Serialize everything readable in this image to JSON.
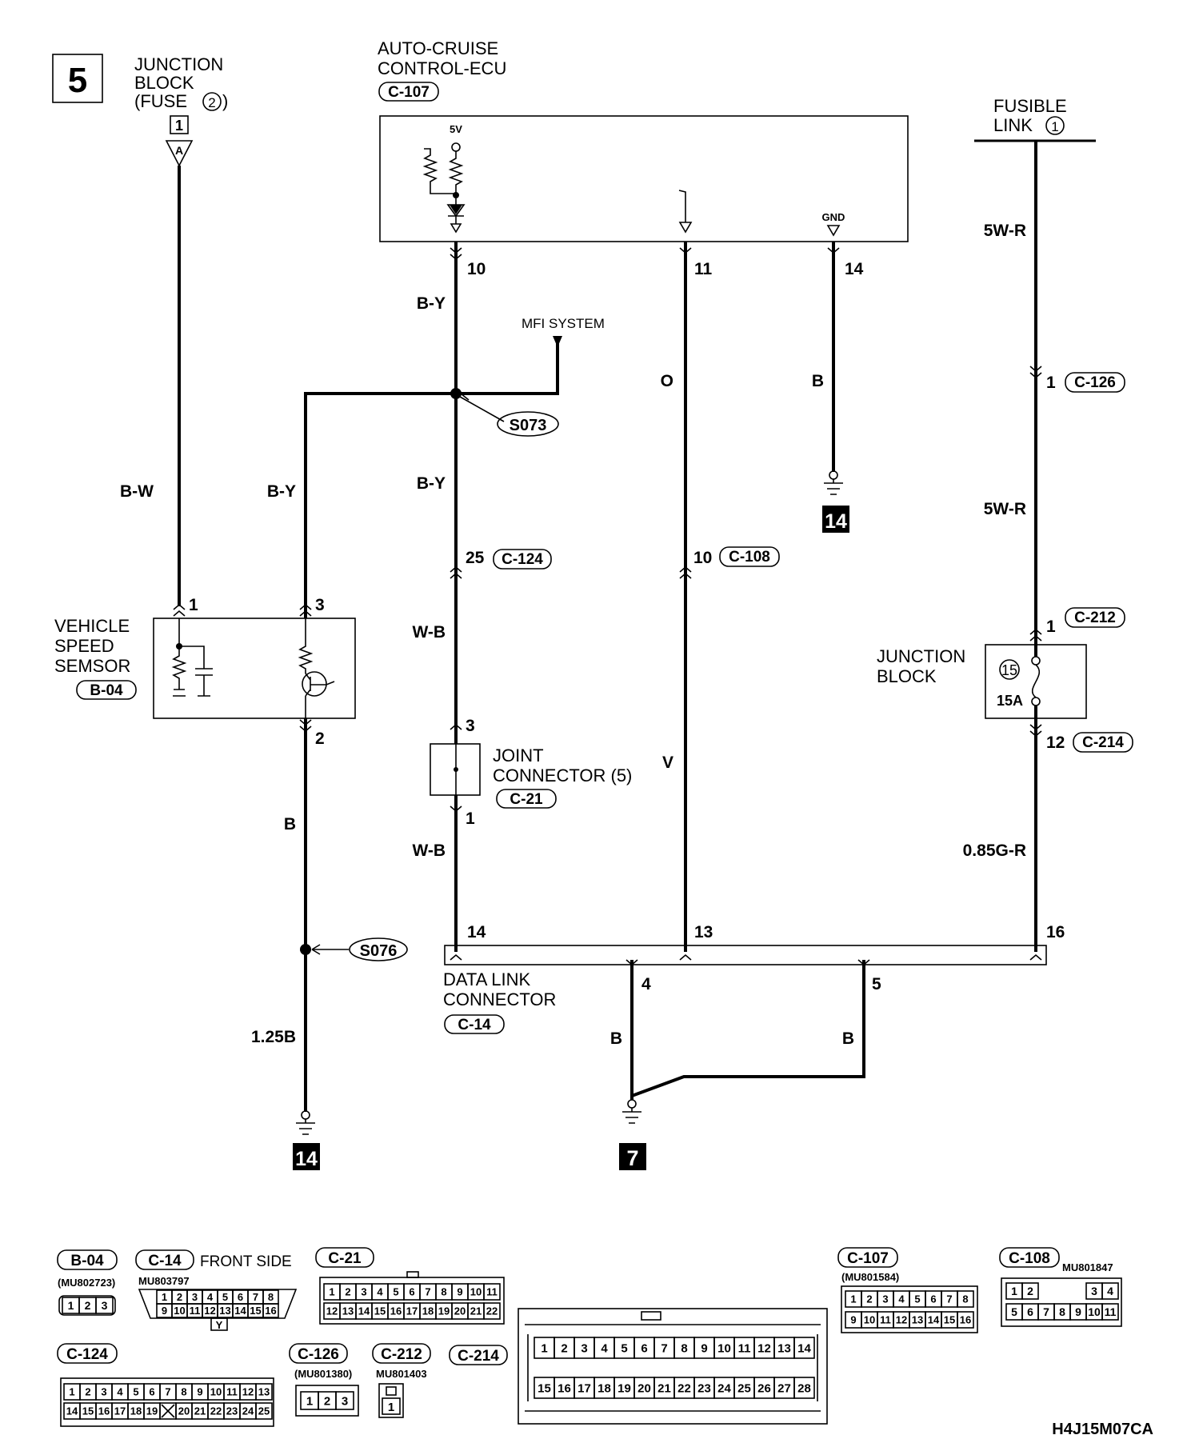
{
  "page": {
    "number": "5",
    "drawing_id": "H4J15M07CA"
  },
  "components": {
    "junction_block_fuse2": {
      "line1": "JUNCTION",
      "line2": "BLOCK",
      "line3": "(FUSE",
      "fuse_no": "2",
      "line3_end": ")",
      "terminal": "1",
      "connector_letter": "A"
    },
    "ecu": {
      "line1": "AUTO-CRUISE",
      "line2": "CONTROL-ECU",
      "connector": "C-107",
      "voltage": "5V",
      "gnd": "GND"
    },
    "fusible_link": {
      "line1": "FUSIBLE",
      "line2": "LINK",
      "no": "1"
    },
    "vss": {
      "line1": "VEHICLE",
      "line2": "SPEED",
      "line3": "SEMSOR",
      "connector": "B-04"
    },
    "joint_connector": {
      "line1": "JOINT",
      "line2": "CONNECTOR (5)",
      "connector": "C-21"
    },
    "junction_block": {
      "line1": "JUNCTION",
      "line2": "BLOCK",
      "fuse_no": "15",
      "rating": "15A"
    },
    "dlc": {
      "line1": "DATA LINK",
      "line2": "CONNECTOR",
      "connector": "C-14"
    },
    "mfi": "MFI SYSTEM"
  },
  "pins": {
    "ecu_10": "10",
    "ecu_11": "11",
    "ecu_14": "14",
    "vss_1": "1",
    "vss_3": "3",
    "vss_2": "2",
    "c124_25": "25",
    "c108_10": "10",
    "jc_3": "3",
    "jc_1": "1",
    "c126_1": "1",
    "c212_1": "1",
    "c214_12": "12",
    "dlc_14": "14",
    "dlc_13": "13",
    "dlc_16": "16",
    "dlc_4": "4",
    "dlc_5": "5"
  },
  "connectors": {
    "c124": "C-124",
    "c108": "C-108",
    "c126": "C-126",
    "c212": "C-212",
    "c214": "C-214"
  },
  "wires": {
    "bw": "B-W",
    "by_left": "B-Y",
    "by_top": "B-Y",
    "by_mid": "B-Y",
    "wb_upper": "W-B",
    "wb_lower": "W-B",
    "o": "O",
    "v": "V",
    "b_gnd": "B",
    "r5w_top": "5W-R",
    "r5w_mid": "5W-R",
    "g085": "0.85G-R",
    "b_vss": "B",
    "b125": "1.25B",
    "b_dlc4": "B",
    "b_dlc5": "B"
  },
  "splices": {
    "s073": "S073",
    "s076": "S076"
  },
  "grounds": {
    "ecu": "14",
    "vss": "14",
    "dlc": "7"
  },
  "pinouts": {
    "b04": {
      "title": "B-04",
      "part": "(MU802723)",
      "pins": [
        "1",
        "2",
        "3"
      ]
    },
    "c14": {
      "title": "C-14",
      "note": "FRONT SIDE",
      "part": "MU803797",
      "row1": [
        "1",
        "2",
        "3",
        "4",
        "5",
        "6",
        "7",
        "8"
      ],
      "row2": [
        "9",
        "10",
        "11",
        "12",
        "13",
        "14",
        "15",
        "16"
      ],
      "key": "Y"
    },
    "c21": {
      "title": "C-21",
      "row1": [
        "1",
        "2",
        "3",
        "4",
        "5",
        "6",
        "7",
        "8",
        "9",
        "10",
        "11"
      ],
      "row2": [
        "12",
        "13",
        "14",
        "15",
        "16",
        "17",
        "18",
        "19",
        "20",
        "21",
        "22"
      ]
    },
    "c107": {
      "title": "C-107",
      "part": "(MU801584)",
      "row1": [
        "1",
        "2",
        "3",
        "4",
        "5",
        "6",
        "7",
        "8"
      ],
      "row2": [
        "9",
        "10",
        "11",
        "12",
        "13",
        "14",
        "15",
        "16"
      ]
    },
    "c108": {
      "title": "C-108",
      "part": "MU801847",
      "row1": [
        "1",
        "2",
        "",
        "",
        "3",
        "4"
      ],
      "row2": [
        "5",
        "6",
        "7",
        "8",
        "9",
        "10",
        "11"
      ]
    },
    "c124": {
      "title": "C-124",
      "row1": [
        "1",
        "2",
        "3",
        "4",
        "5",
        "6",
        "7",
        "8",
        "9",
        "10",
        "11",
        "12",
        "13"
      ],
      "row2": [
        "14",
        "15",
        "16",
        "17",
        "18",
        "19",
        "",
        "20",
        "21",
        "22",
        "23",
        "24",
        "25"
      ]
    },
    "c126": {
      "title": "C-126",
      "part": "(MU801380)",
      "pins": [
        "1",
        "2",
        "3"
      ]
    },
    "c212": {
      "title": "C-212",
      "part": "MU801403",
      "pins": [
        "1"
      ]
    },
    "c214": {
      "title": "C-214",
      "row1": [
        "1",
        "2",
        "3",
        "4",
        "5",
        "6",
        "7",
        "8",
        "9",
        "10",
        "11",
        "12",
        "13",
        "14"
      ],
      "row2": [
        "15",
        "16",
        "17",
        "18",
        "19",
        "20",
        "21",
        "22",
        "23",
        "24",
        "25",
        "26",
        "27",
        "28"
      ]
    }
  }
}
